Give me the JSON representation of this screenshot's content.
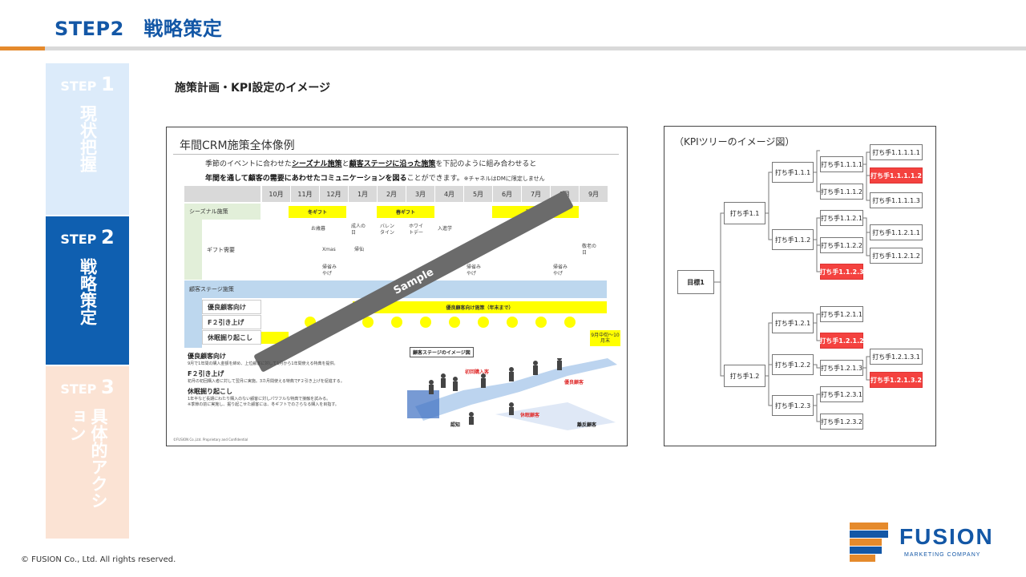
{
  "header": {
    "title": "STEP2　戦略策定"
  },
  "steps": [
    {
      "label_prefix": "STEP ",
      "num": "1",
      "text": "現状把握"
    },
    {
      "label_prefix": "STEP ",
      "num": "2",
      "text": "戦略策定"
    },
    {
      "label_prefix": "STEP ",
      "num": "3",
      "text": "具体的アクション"
    }
  ],
  "section_heading": "施策計画・KPI設定のイメージ",
  "crm": {
    "title": "年間CRM施策全体像例",
    "desc1_a": "季節のイベントに合わせた",
    "desc1_b": "シーズナル施策",
    "desc1_c": "と",
    "desc1_d": "顧客ステージに沿った施策",
    "desc1_e": "を下記のように組み合わせると",
    "desc2_a": "年間を通して顧客の需要にあわせたコミュニケーションを図る",
    "desc2_b": "ことができます。",
    "desc2_c": "※チャネルはDMに限定しません",
    "months": [
      "10月",
      "11月",
      "12月",
      "1月",
      "2月",
      "3月",
      "4月",
      "5月",
      "6月",
      "7月",
      "8月",
      "9月"
    ],
    "row_seasonal": "シーズナル施策",
    "row_gift": "ギフト需要",
    "row_stage": "顧客ステージ施策",
    "row_loyal": "優良顧客向け",
    "row_f2": "F２引き上げ",
    "row_dormant": "休眠掘り起こし",
    "bar_winter": "冬ギフト",
    "bar_spring": "春ギフト",
    "bar_summer": "夏ギフト",
    "bar_loyal": "優良顧客向け施策（年末まで）",
    "dormant_note": "9月中旬〜10月末",
    "gift_oseibo": "お歳暮",
    "gift_seijin": "成人の日",
    "gift_valentine": "バレンタイン",
    "gift_white": "ホワイトデー",
    "gift_nyugaku": "入進学",
    "gift_xmas": "Xmas",
    "gift_kiki": "帰仙",
    "gift_kaese1": "帰省みやげ",
    "gift_kaese2": "帰省みやげ",
    "gift_kaese3": "帰省みやげ",
    "gift_keiro": "敬老の日",
    "sample": "Sample",
    "legend_loyal": "優良顧客向け",
    "legend_loyal_sub": "9月で1年間の購入金額を締め、上位顧客に対して1月から1年間使える特典を提供。",
    "legend_f2": "F２引き上げ",
    "legend_f2_sub": "初月の初回購入者に対して翌月に実施。3カ月間使える特典でF２引き上げを促進する。",
    "legend_dormant": "休眠掘り起こし",
    "legend_dormant_sub1": "1年半など長期にわたり購入のない顧客に対しパワフルな特典で接触を試みる。",
    "legend_dormant_sub2": "※季節の前に実施し、掘り起こせた顧客には、冬ギフトでのさらなる購入を目指す。",
    "stage_title": "顧客ステージのイメージ図",
    "stage_first": "初回購入客",
    "stage_loyal": "優良顧客",
    "stage_dormant": "休眠顧客",
    "stage_aware": "認知",
    "stage_churn": "離反顧客",
    "footer": "©FUSION Co.,Ltd. Proprietary and Confidential"
  },
  "kpi": {
    "title": "（KPIツリーのイメージ図）",
    "root": "目標1",
    "n1_1": "打ち手1.1",
    "n1_2": "打ち手1.2",
    "n1_1_1": "打ち手1.1.1",
    "n1_1_2": "打ち手1.1.2",
    "n1_2_1": "打ち手1.2.1",
    "n1_2_2": "打ち手1.2.2",
    "n1_2_3": "打ち手1.2.3",
    "n1_1_1_1": "打ち手1.1.1.1",
    "n1_1_1_2": "打ち手1.1.1.2",
    "n1_1_2_1": "打ち手1.1.2.1",
    "n1_1_2_2": "打ち手1.1.2.2",
    "n1_1_2_3": "打ち手1.1.2.3",
    "n1_2_1_1": "打ち手1.2.1.1",
    "n1_2_1_2": "打ち手1.2.1.2",
    "n1_2_1_3": "打ち手1.2.1.3",
    "n1_2_3_1": "打ち手1.2.3.1",
    "n1_2_3_2": "打ち手1.2.3.2",
    "n1_1_1_1_1": "打ち手1.1.1.1.1",
    "n1_1_1_1_2": "打ち手1.1.1.1.2",
    "n1_1_1_1_3": "打ち手1.1.1.1.3",
    "n1_1_2_1_1": "打ち手1.1.2.1.1",
    "n1_1_2_1_2": "打ち手1.1.2.1.2",
    "n1_2_1_3_1": "打ち手1.2.1.3.1",
    "n1_2_1_3_2": "打ち手1.2.1.3.2"
  },
  "footer": {
    "copyright": "© FUSION Co., Ltd. All rights reserved."
  },
  "logo": {
    "name": "FUSION",
    "sub": "MARKETING COMPANY"
  },
  "colors": {
    "brand_blue": "#1357a6",
    "accent_orange": "#e58a2c",
    "highlight_red": "#f4423f",
    "highlight_yellow": "#ffff00"
  }
}
